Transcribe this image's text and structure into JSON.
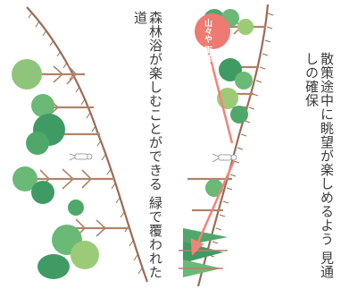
{
  "left_panel": {
    "caption_line1": "森林浴が楽しむことができる",
    "caption_line2": "緑で覆われた道"
  },
  "right_panel": {
    "badge_line1": "山々や",
    "badge_line2": "街並み",
    "caption_line1": "散策途中に眺望が楽しめるよう",
    "caption_line2": "見通しの確保"
  },
  "colors": {
    "trunk": "#b0846a",
    "slope": "#9a6b55",
    "tree_dark": "#3f9b63",
    "tree_mid": "#6ab977",
    "tree_light": "#9ccb77",
    "arrow": "#f2837a",
    "badge": "#ee7a72"
  }
}
